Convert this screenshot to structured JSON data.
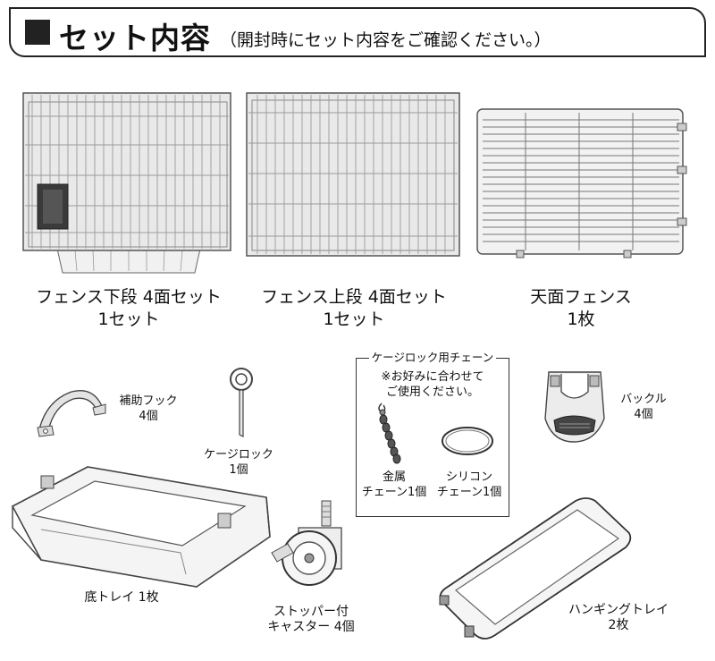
{
  "header": {
    "title": "セット内容",
    "subtitle": "（開封時にセット内容をご確認ください。）"
  },
  "items": {
    "lower_fence": {
      "line1": "フェンス下段 4面セット",
      "line2": "1セット"
    },
    "upper_fence": {
      "line1": "フェンス上段 4面セット",
      "line2": "1セット"
    },
    "top_fence": {
      "line1": "天面フェンス",
      "line2": "1枚"
    },
    "hook": {
      "line1": "補助フック",
      "line2": "4個"
    },
    "cage_lock": {
      "line1": "ケージロック",
      "line2": "1個"
    },
    "chain_box": {
      "title": "ケージロック用チェーン",
      "note1": "※お好みに合わせて",
      "note2": "ご使用ください。",
      "metal": {
        "line1": "金属",
        "line2": "チェーン1個"
      },
      "silicone": {
        "line1": "シリコン",
        "line2": "チェーン1個"
      }
    },
    "buckle": {
      "line1": "バックル",
      "line2": "4個"
    },
    "bottom_tray": {
      "line1": "底トレイ 1枚"
    },
    "caster": {
      "line1": "ストッパー付",
      "line2": "キャスター 4個"
    },
    "hanging_tray": {
      "line1": "ハンギングトレイ",
      "line2": "2枚"
    }
  }
}
